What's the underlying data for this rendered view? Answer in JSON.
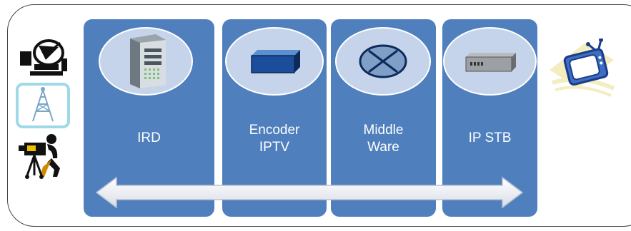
{
  "diagram": {
    "columns": [
      {
        "id": "ird",
        "label": "IRD",
        "icon": "server-tower-icon"
      },
      {
        "id": "encoder",
        "label": "Encoder\nIPTV",
        "icon": "encoder-box-icon"
      },
      {
        "id": "middleware",
        "label": "Middle\nWare",
        "icon": "router-cross-icon"
      },
      {
        "id": "stb",
        "label": "IP STB",
        "icon": "set-top-box-icon"
      }
    ],
    "left_icons": [
      "satellite-dish-icon",
      "transmission-tower-icon",
      "camera-operator-icon"
    ],
    "right_icon": "television-icon",
    "arrow": "bidirectional-arrow",
    "colors": {
      "column_fill": "#4f7fbd",
      "oval_fill": "#c5d4ea",
      "label_text": "#ffffff",
      "frame_border": "#444444"
    }
  }
}
